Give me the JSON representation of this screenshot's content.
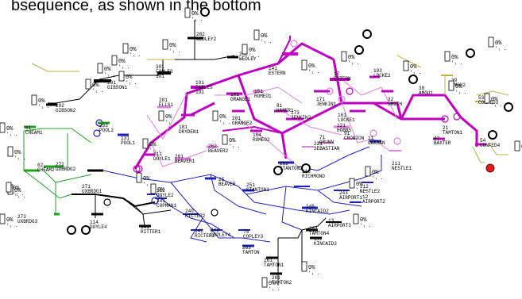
{
  "header_text": "bsequence, as shown in the bottom",
  "flow_percent_label": "0%",
  "flow_glyph": "'₁ .",
  "colors": {
    "kv_500": "#c000c0",
    "kv_345": "#e080e0",
    "kv_230": "#2020c0",
    "kv_138": "#20a020",
    "kv_115": "#000000",
    "kv_69": "#c0b040",
    "generator_fault": "#e02020"
  },
  "buses": [
    {
      "id": "b282",
      "label": "282\nWEDLEY2"
    },
    {
      "id": "b202",
      "label": "202\nWEDLEY"
    },
    {
      "id": "b291",
      "label": "291\nGIBSON1"
    },
    {
      "id": "b292",
      "label": "292\nGIBSON2"
    },
    {
      "id": "b301",
      "label": "301\nFABLES\n301"
    },
    {
      "id": "b191",
      "label": "191\nFABLES\n191"
    },
    {
      "id": "b141",
      "label": "141\nESTERN"
    },
    {
      "id": "b171",
      "label": "171\nJENKIN1"
    },
    {
      "id": "b17",
      "label": "17\nESTERN"
    },
    {
      "id": "b193",
      "label": "193\nLOCKE2"
    },
    {
      "id": "b38",
      "label": "38\nAMGU1"
    },
    {
      "id": "b39",
      "label": "39\nAMGU2"
    },
    {
      "id": "b32",
      "label": "32\nSMITH"
    },
    {
      "id": "b161",
      "label": "161\nLOCKE1"
    },
    {
      "id": "b101",
      "label": "101\nGRANGE1"
    },
    {
      "id": "b201",
      "label": "201\nGRANGE2"
    },
    {
      "id": "b151",
      "label": "151\nROMEO1"
    },
    {
      "id": "b281",
      "label": "281\nELLS1"
    },
    {
      "id": "b181",
      "label": "181\nDRYDEN1"
    },
    {
      "id": "b233",
      "label": "233\nPOOL2"
    },
    {
      "id": "b131",
      "label": "131\nPOOL1"
    },
    {
      "id": "b111",
      "label": "111\nDOYLE1"
    },
    {
      "id": "b261",
      "label": "261\nBEAVER1"
    },
    {
      "id": "b164",
      "label": "164\nROMEO2"
    },
    {
      "id": "b81",
      "label": "81\nHAMER1"
    },
    {
      "id": "b173",
      "label": "173\nJENKIN2"
    },
    {
      "id": "b121",
      "label": "121\nHOBBS"
    },
    {
      "id": "b71",
      "label": "71\nGRUNN"
    },
    {
      "id": "b91",
      "label": "91\nCRONTON"
    },
    {
      "id": "b221",
      "label": "221\nSEBASTIAN"
    },
    {
      "id": "b61",
      "label": "61\nCHEAM1"
    },
    {
      "id": "b272",
      "label": "272\nUXBRDG2"
    },
    {
      "id": "b273",
      "label": "273\nUXBRDG3"
    },
    {
      "id": "b11",
      "label": "11\nOAKMAN"
    },
    {
      "id": "b211",
      "label": "211\nNESTLE1"
    },
    {
      "id": "b212",
      "label": "212\nNESTLE2"
    },
    {
      "id": "b42",
      "label": "42\nBAXTER"
    },
    {
      "id": "b54",
      "label": "54\nCONFED4"
    },
    {
      "id": "b53",
      "label": "53\nCONFED3"
    },
    {
      "id": "b21",
      "label": "21\nTAMTON1"
    },
    {
      "id": "b62",
      "label": "62\nCHEAM2"
    },
    {
      "id": "b271",
      "label": "271\nUXBRDG1"
    },
    {
      "id": "b112",
      "label": "112\nDOYLE2"
    },
    {
      "id": "b114",
      "label": "114\nDOYLE4"
    },
    {
      "id": "b25",
      "label": "25\nBEAVER"
    },
    {
      "id": "b251",
      "label": "251\nSTANTON1"
    },
    {
      "id": "b252",
      "label": "252\nSTANTON2"
    },
    {
      "id": "b262",
      "label": "262\nBEAVER2"
    },
    {
      "id": "b116",
      "label": "116\nRICHMOND"
    },
    {
      "id": "b243",
      "label": "243\nAIRPORT1"
    },
    {
      "id": "b12",
      "label": "12\nAIRPORT2"
    },
    {
      "id": "b146",
      "label": "146\nKINCAID2"
    },
    {
      "id": "b241",
      "label": "241\nCOPMAN1"
    },
    {
      "id": "b240",
      "label": "240\nRICTER2"
    },
    {
      "id": "b141b",
      "label": "141\nRITTER1"
    },
    {
      "id": "b142",
      "label": "142\nRICTER1"
    },
    {
      "id": "b75",
      "label": "75\nCOPLEY3"
    },
    {
      "id": "b263",
      "label": "263\nTAMTON"
    },
    {
      "id": "b242",
      "label": "242\nCOPLEY4"
    },
    {
      "id": "b264",
      "label": "264\nTAMTON4"
    },
    {
      "id": "b13",
      "label": "13\nAIRPORT3"
    },
    {
      "id": "b197",
      "label": "197\nKINCAID3"
    },
    {
      "id": "b261b",
      "label": "261\nTAMTON1"
    },
    {
      "id": "b281b",
      "label": "281\nTAMTON2"
    }
  ]
}
